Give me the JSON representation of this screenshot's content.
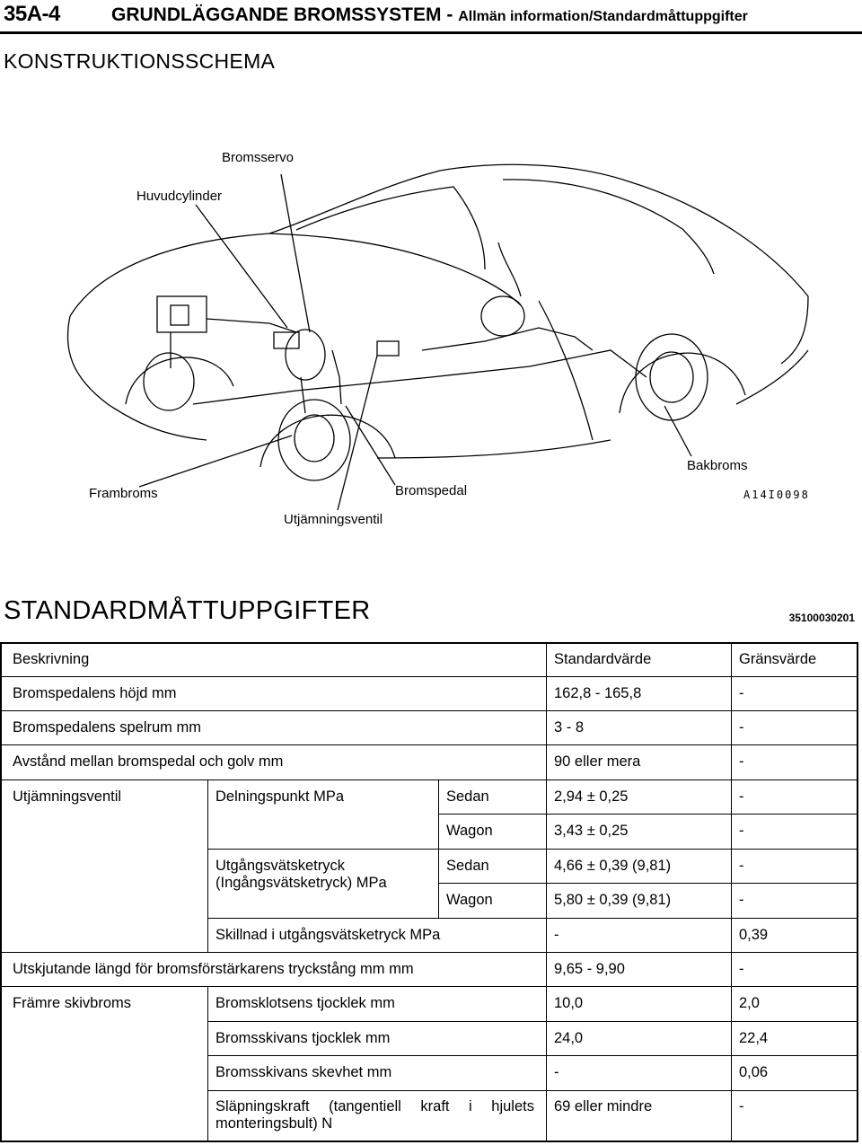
{
  "header": {
    "page_number": "35A-4",
    "title": "GRUNDLÄGGANDE BROMSSYSTEM -",
    "subtitle": "Allmän information/Standardmåttuppgifter"
  },
  "sections": {
    "construction": "KONSTRUKTIONSSCHEMA",
    "specs": "STANDARDMÅTTUPPGIFTER",
    "doc_number": "35100030201"
  },
  "diagram": {
    "labels": {
      "bromsservo": "Bromsservo",
      "huvudcylinder": "Huvudcylinder",
      "bakbroms": "Bakbroms",
      "frambroms": "Frambroms",
      "bromspedal": "Bromspedal",
      "utjamningsventil": "Utjämningsventil"
    },
    "figure_code": "A14I0098"
  },
  "table": {
    "headers": {
      "description": "Beskrivning",
      "standard": "Standardvärde",
      "limit": "Gränsvärde"
    },
    "rows": {
      "pedal_height": {
        "desc": "Bromspedalens höjd mm",
        "standard": "162,8 - 165,8",
        "limit": "-"
      },
      "pedal_play": {
        "desc": "Bromspedalens spelrum mm",
        "standard": "3 - 8",
        "limit": "-"
      },
      "pedal_floor": {
        "desc": "Avstånd mellan bromspedal och golv mm",
        "standard": "90 eller mera",
        "limit": "-"
      },
      "valve": {
        "group": "Utjämningsventil",
        "split_point": "Delningspunkt MPa",
        "split_sedan": {
          "body": "Sedan",
          "standard": "2,94 ± 0,25",
          "limit": "-"
        },
        "split_wagon": {
          "body": "Wagon",
          "standard": "3,43 ± 0,25",
          "limit": "-"
        },
        "output_pressure": "Utgångsvätsketryck (Ingångsvätsketryck) MPa",
        "out_sedan": {
          "body": "Sedan",
          "standard": "4,66 ± 0,39 (9,81)",
          "limit": "-"
        },
        "out_wagon": {
          "body": "Wagon",
          "standard": "5,80 ± 0,39 (9,81)",
          "limit": "-"
        },
        "diff": {
          "desc": "Skillnad i utgångsvätsketryck MPa",
          "standard": "-",
          "limit": "0,39"
        }
      },
      "pushrod": {
        "desc": "Utskjutande längd för bromsförstärkarens tryckstång mm mm",
        "standard": "9,65 - 9,90",
        "limit": "-"
      },
      "front_disc": {
        "group": "Främre skivbroms",
        "pad": {
          "desc": "Bromsklotsens tjocklek mm",
          "standard": "10,0",
          "limit": "2,0"
        },
        "disc_thickness": {
          "desc": "Bromsskivans tjocklek mm",
          "standard": "24,0",
          "limit": "22,4"
        },
        "runout": {
          "desc": "Bromsskivans skevhet mm",
          "standard": "-",
          "limit": "0,06"
        },
        "drag": {
          "desc": "Släpningskraft (tangentiell kraft i hjulets monteringsbult) N",
          "standard": "69 eller mindre",
          "limit": "-"
        }
      }
    }
  }
}
